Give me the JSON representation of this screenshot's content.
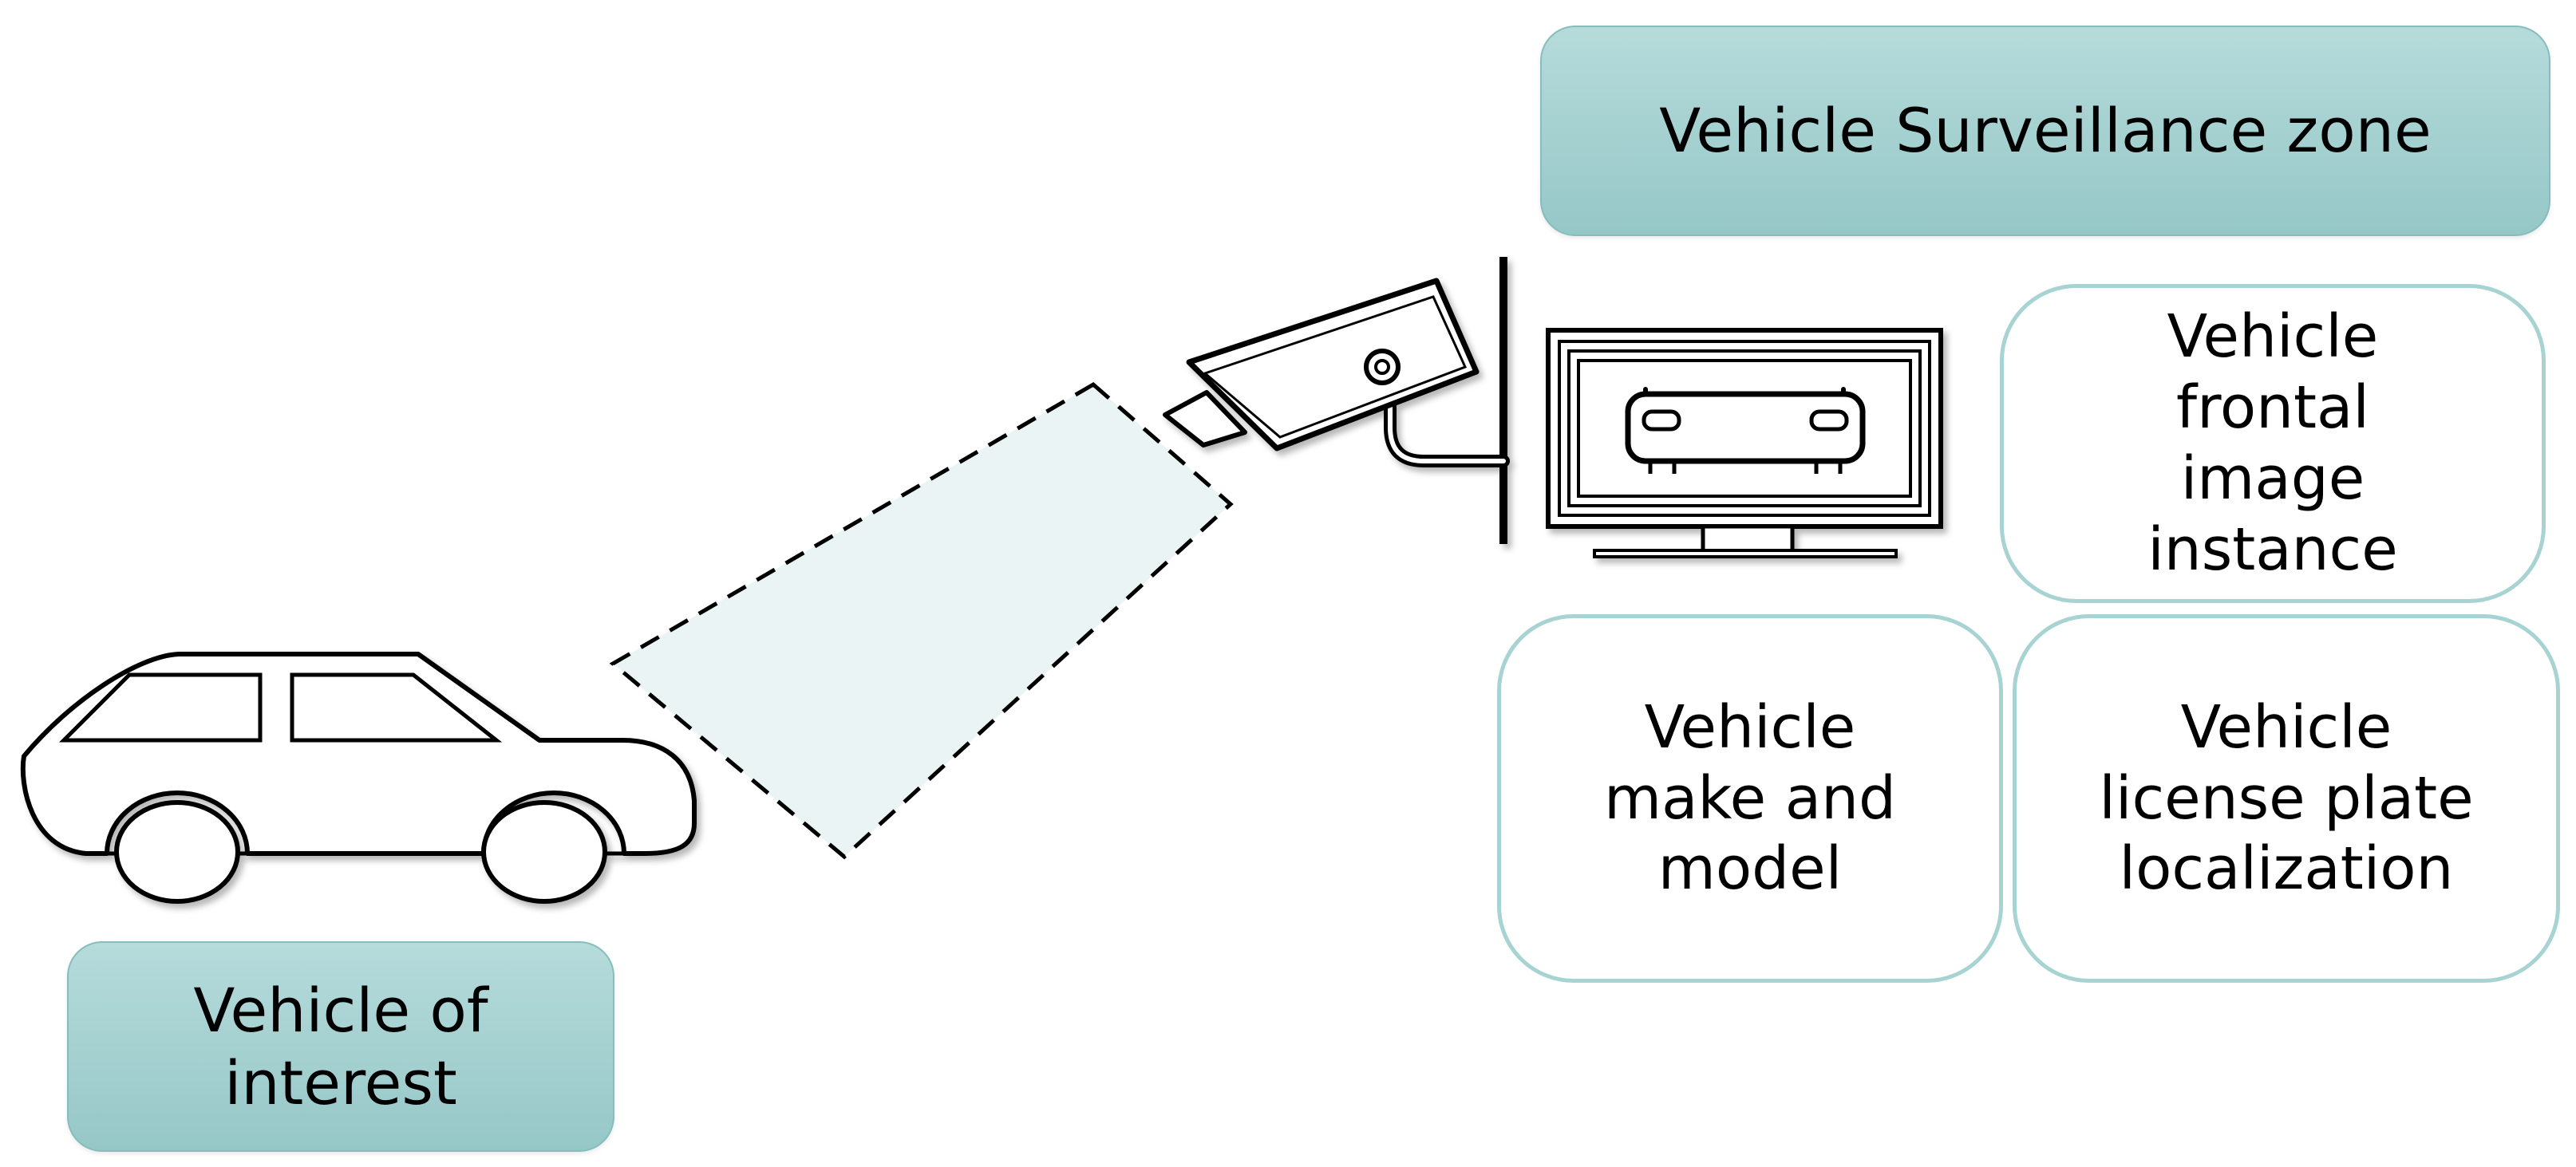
{
  "diagram": {
    "surveillance_zone_label": "Vehicle Surveillance zone",
    "vehicle_of_interest_label": "Vehicle of interest",
    "frontal_image_label": "Vehicle frontal image instance",
    "make_model_label": "Vehicle make and model",
    "license_plate_label": "Vehicle license plate localization"
  },
  "colors": {
    "box_fill_top": "#b6dbdb",
    "box_fill_bottom": "#96c7c7",
    "box_outline": "#a7d3d3",
    "camera_view_fill": "#eaf4f4",
    "line": "#000000"
  },
  "icons": [
    "car-icon",
    "camera-field-of-view",
    "cctv-camera-icon",
    "monitor-icon"
  ]
}
